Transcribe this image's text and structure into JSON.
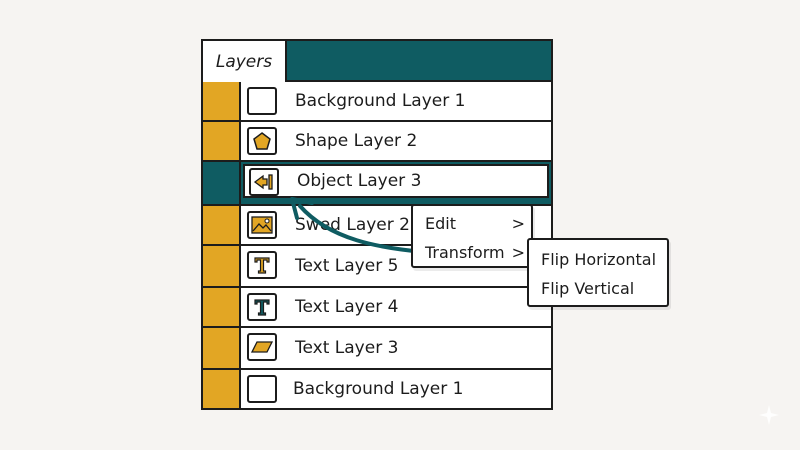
{
  "panel": {
    "tab_label": "Layers",
    "layers": [
      {
        "name": "Background Layer 1",
        "icon": "blank-thumbnail-icon",
        "visible": true,
        "selected": false
      },
      {
        "name": "Shape Layer 2",
        "icon": "pentagon-icon",
        "visible": true,
        "selected": false
      },
      {
        "name": "Object Layer 3",
        "icon": "object-arrow-icon",
        "visible": true,
        "selected": true
      },
      {
        "name": "Swed Layer 2",
        "icon": "image-icon",
        "visible": true,
        "selected": false
      },
      {
        "name": "Text Layer 5",
        "icon": "text-t-icon",
        "visible": true,
        "selected": false
      },
      {
        "name": "Text Layer 4",
        "icon": "text-t-icon",
        "visible": true,
        "selected": false
      },
      {
        "name": "Text Layer 3",
        "icon": "parallelogram-icon",
        "visible": true,
        "selected": false
      },
      {
        "name": "Background Layer 1",
        "icon": "blank-thumbnail-icon",
        "visible": true,
        "selected": false
      }
    ]
  },
  "context_menu": {
    "items": [
      {
        "label": "Edit",
        "chevron": ">"
      },
      {
        "label": "Transform",
        "chevron": ">"
      }
    ]
  },
  "submenu": {
    "items": [
      {
        "label": "Flip Horizontal"
      },
      {
        "label": "Flip Vertical"
      }
    ]
  },
  "colors": {
    "accent_teal": "#0f5c62",
    "accent_gold": "#e2a624",
    "outline": "#1c1c1c",
    "background": "#f6f4f2"
  }
}
